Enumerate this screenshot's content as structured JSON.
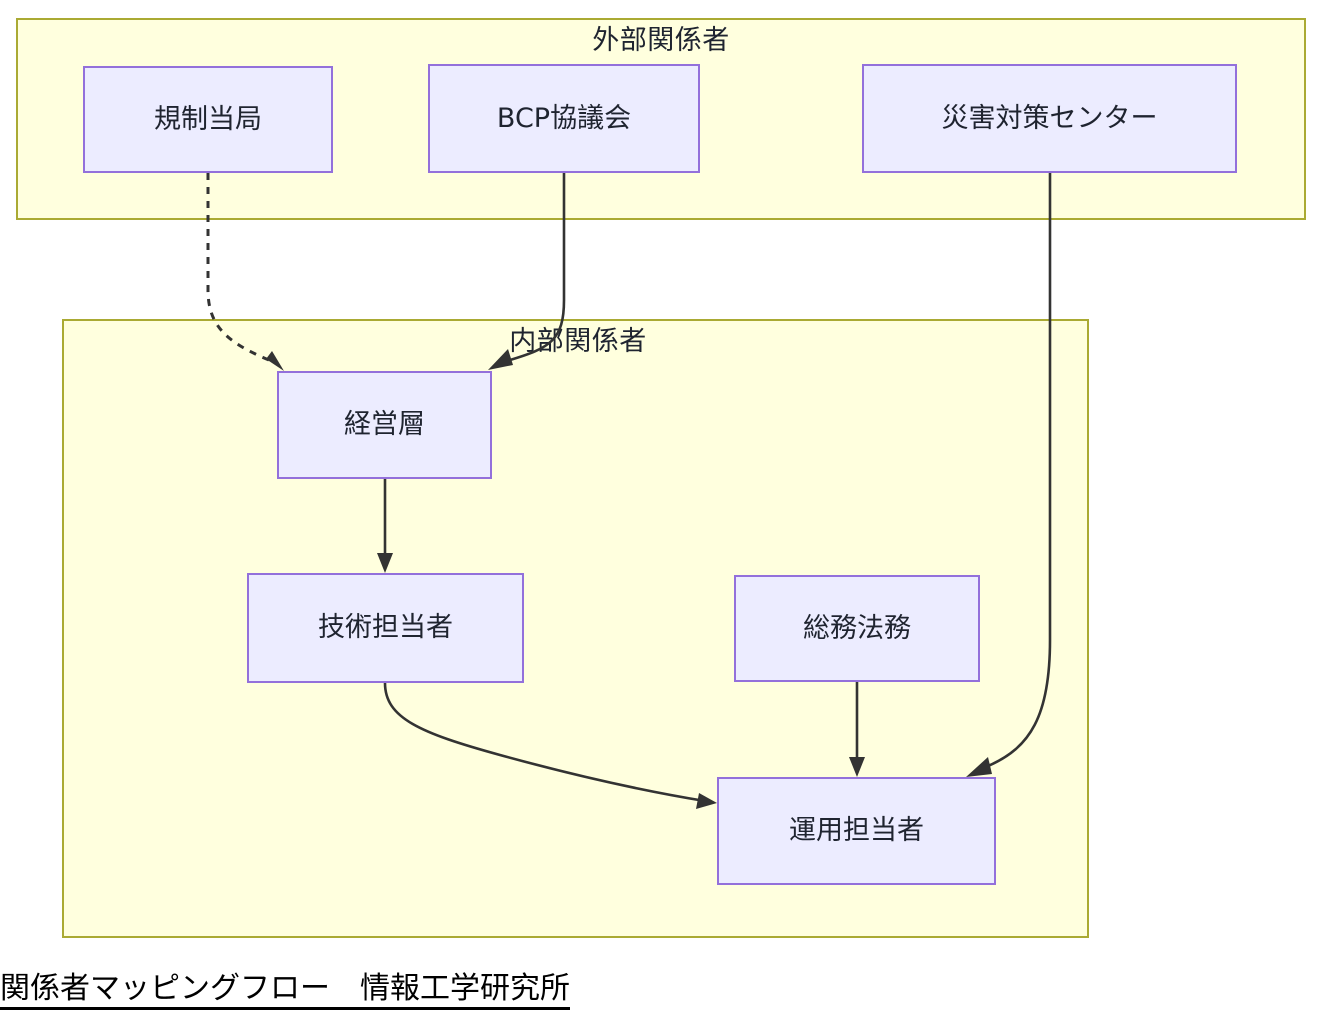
{
  "diagram": {
    "caption": "関係者マッピングフロー　情報工学研究所",
    "clusters": [
      {
        "id": "external",
        "title": "外部関係者",
        "fill": "#ffffde",
        "stroke": "#aaaa33"
      },
      {
        "id": "internal",
        "title": "内部関係者",
        "fill": "#ffffde",
        "stroke": "#aaaa33"
      }
    ],
    "nodes": [
      {
        "id": "regulator",
        "label": "規制当局",
        "cluster": "external",
        "fill": "#ececff",
        "stroke": "#9370db"
      },
      {
        "id": "bcp_council",
        "label": "BCP協議会",
        "cluster": "external",
        "fill": "#ececff",
        "stroke": "#9370db"
      },
      {
        "id": "disaster_center",
        "label": "災害対策センター",
        "cluster": "external",
        "fill": "#ececff",
        "stroke": "#9370db"
      },
      {
        "id": "management",
        "label": "経営層",
        "cluster": "internal",
        "fill": "#ececff",
        "stroke": "#9370db"
      },
      {
        "id": "engineer",
        "label": "技術担当者",
        "cluster": "internal",
        "fill": "#ececff",
        "stroke": "#9370db"
      },
      {
        "id": "legal_affairs",
        "label": "総務法務",
        "cluster": "internal",
        "fill": "#ececff",
        "stroke": "#9370db"
      },
      {
        "id": "operator",
        "label": "運用担当者",
        "cluster": "internal",
        "fill": "#ececff",
        "stroke": "#9370db"
      }
    ],
    "edges": [
      {
        "id": "regulator-management",
        "from": "regulator",
        "to": "management",
        "style": "dashed",
        "label": ""
      },
      {
        "id": "bcp-council-management",
        "from": "bcp_council",
        "to": "management",
        "style": "solid",
        "label": ""
      },
      {
        "id": "disaster-center-operator",
        "from": "disaster_center",
        "to": "operator",
        "style": "solid",
        "label": ""
      },
      {
        "id": "management-engineer",
        "from": "management",
        "to": "engineer",
        "style": "solid",
        "label": ""
      },
      {
        "id": "engineer-operator",
        "from": "engineer",
        "to": "operator",
        "style": "solid",
        "label": ""
      },
      {
        "id": "legal-affairs-operator",
        "from": "legal_affairs",
        "to": "operator",
        "style": "solid",
        "label": ""
      }
    ],
    "colors": {
      "node_fill": "#ececff",
      "node_stroke": "#9370db",
      "cluster_fill": "#ffffde",
      "cluster_stroke": "#aaaa33",
      "edge_stroke": "#333333",
      "text": "#1f2430",
      "background": "#ffffff"
    }
  }
}
